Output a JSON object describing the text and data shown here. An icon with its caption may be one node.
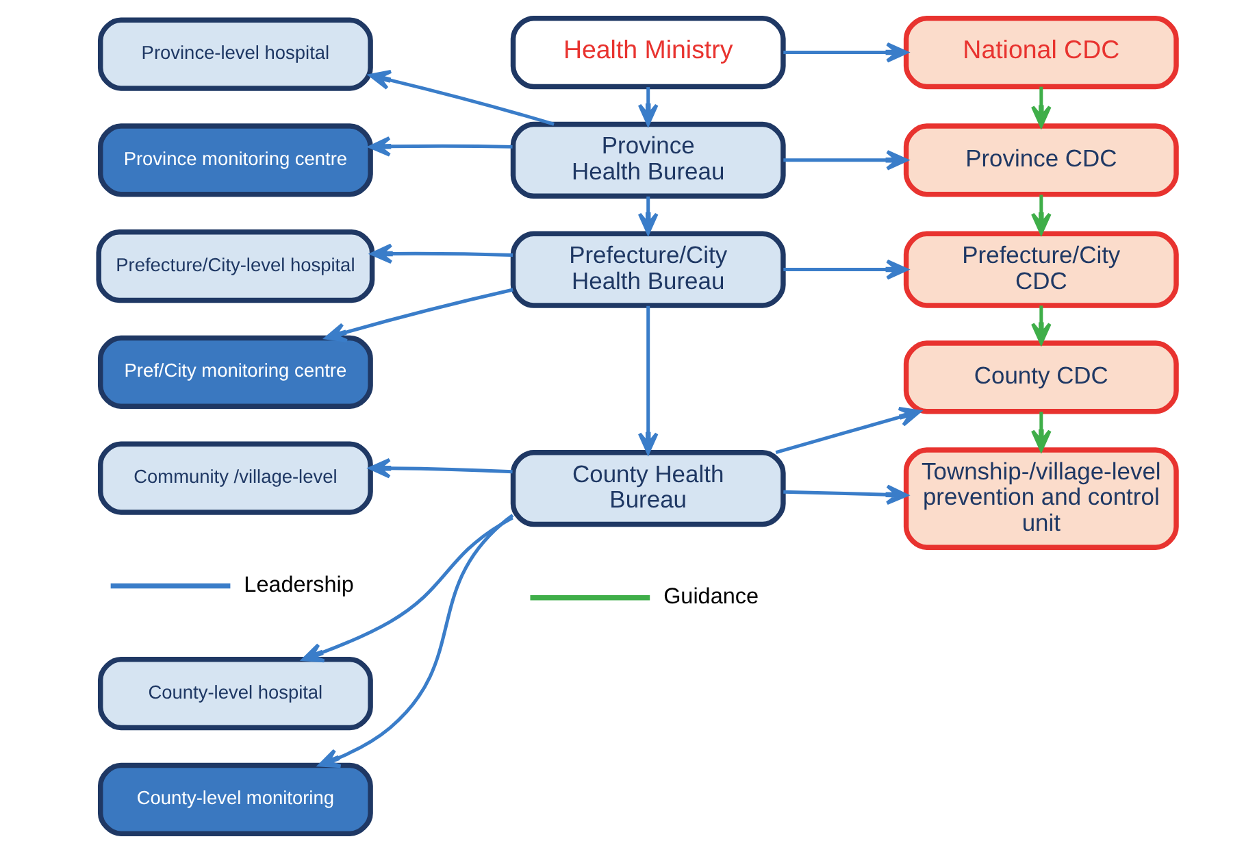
{
  "diagram": {
    "nodes": [
      {
        "text": [
          "Health Ministry"
        ]
      },
      {
        "text": [
          "National CDC"
        ]
      },
      {
        "text": [
          "Province-level hospital"
        ]
      },
      {
        "text": [
          "Province Health Bureau"
        ]
      },
      {
        "text": [
          "Province CDC"
        ]
      },
      {
        "text": [
          "Province monitoring centre"
        ]
      },
      {
        "text": [
          "Prefecture/City-level hospital"
        ]
      },
      {
        "text": [
          "Prefecture/City Health Bureau"
        ]
      },
      {
        "text": [
          "Prefecture/City CDC"
        ]
      },
      {
        "text": [
          "Pref/City monitoring centre"
        ]
      },
      {
        "text": [
          "County-level hospital"
        ]
      },
      {
        "text": [
          "County Health Bureau"
        ]
      },
      {
        "text": [
          "County CDC"
        ]
      },
      {
        "text": [
          "County-level monitoring"
        ]
      },
      {
        "text": [
          "Community /village-level"
        ]
      },
      {
        "text": [
          "Township-/village-level prevention and control unit"
        ]
      }
    ],
    "edges": [
      {
        "from": 0,
        "to": 1,
        "arrow": "to"
      },
      {
        "from": 0,
        "to": 3,
        "arrow": "to"
      },
      {
        "from": 1,
        "to": 4,
        "arrow": "to",
        "color": "#3fae49"
      },
      {
        "from": 3,
        "to": 2,
        "arrow": "to"
      },
      {
        "from": 3,
        "to": 5,
        "arrow": "to"
      },
      {
        "from": 3,
        "to": 4,
        "arrow": "to"
      },
      {
        "from": 3,
        "to": 7,
        "arrow": "to"
      },
      {
        "from": 4,
        "to": 8,
        "arrow": "to",
        "color": "#3fae49"
      },
      {
        "from": 7,
        "to": 6,
        "arrow": "to"
      },
      {
        "from": 7,
        "to": 9,
        "arrow": "to"
      },
      {
        "from": 7,
        "to": 8,
        "arrow": "to"
      },
      {
        "from": 7,
        "to": 11,
        "arrow": "to"
      },
      {
        "from": 8,
        "to": 12,
        "arrow": "to",
        "color": "#3fae49"
      },
      {
        "from": 11,
        "to": 10,
        "arrow": "to"
      },
      {
        "from": 11,
        "to": 13,
        "arrow": "to"
      },
      {
        "from": 11,
        "to": 14,
        "arrow": "to"
      },
      {
        "from": 11,
        "to": 12,
        "arrow": "to"
      },
      {
        "from": 11,
        "to": 15,
        "arrow": "to"
      },
      {
        "from": 12,
        "to": 15,
        "arrow": "to",
        "color": "#3fae49"
      }
    ],
    "legend": [
      {
        "text": "Leadership"
      },
      {
        "text": "Guidance"
      }
    ]
  }
}
